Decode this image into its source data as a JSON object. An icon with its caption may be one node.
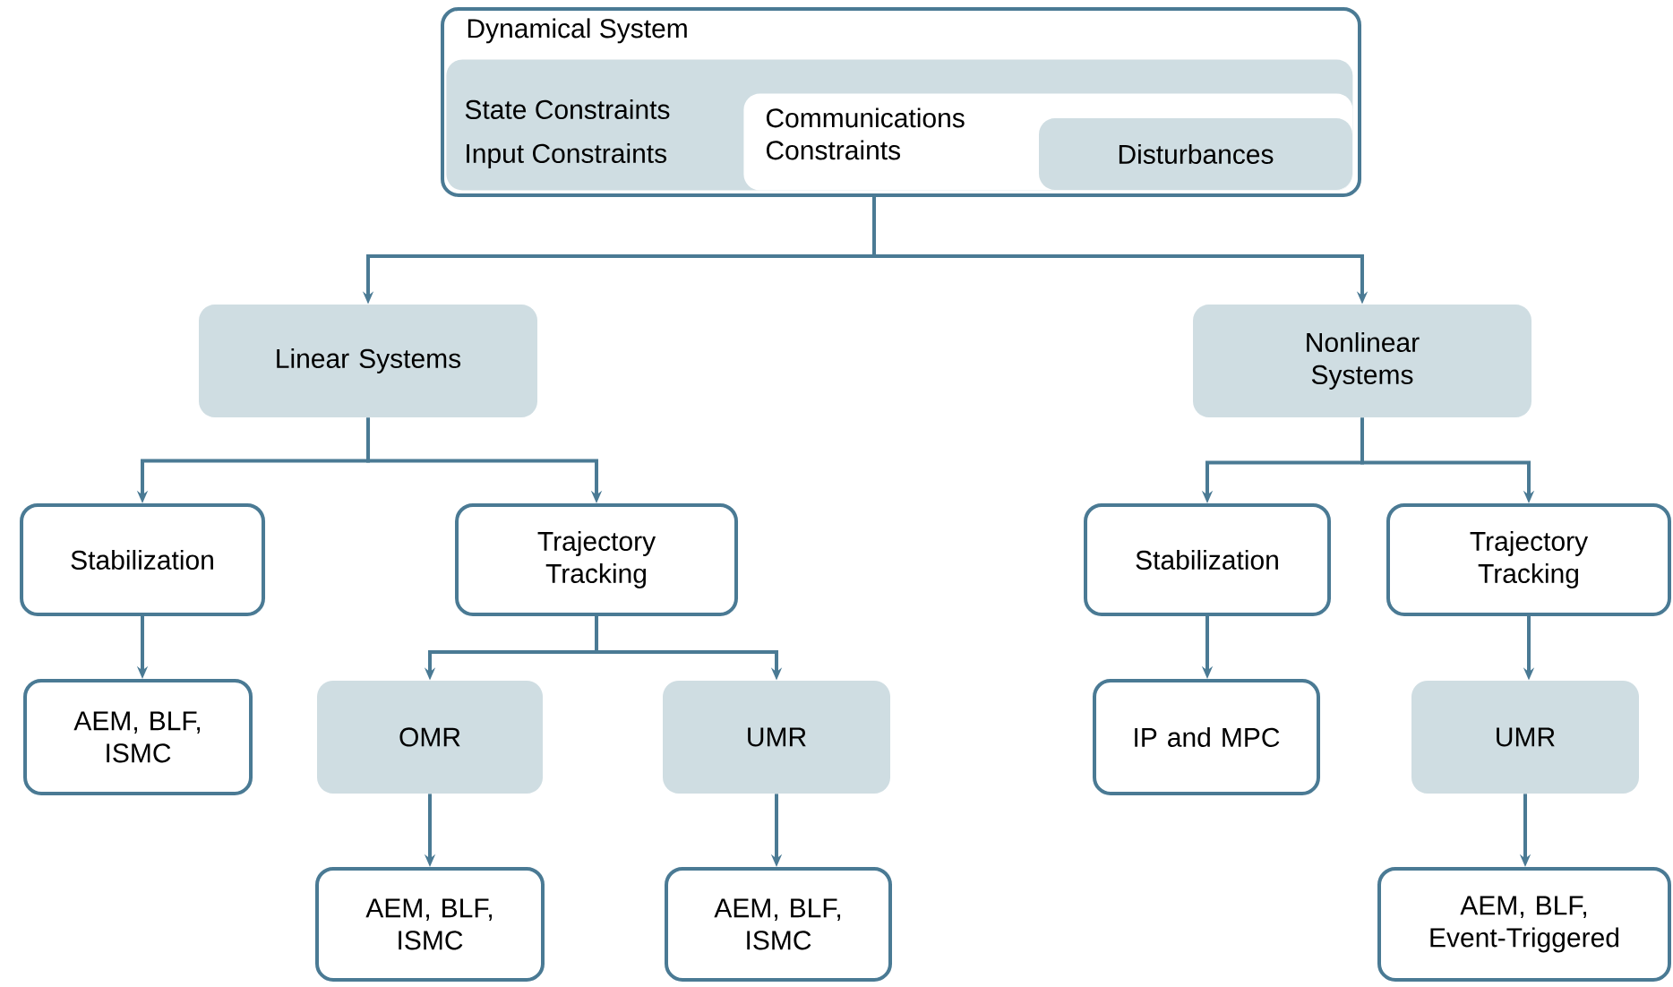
{
  "diagram": {
    "nodes": [
      {
        "text": [
          "Dynamical System"
        ]
      },
      {
        "text": [
          "State Constraints",
          "Input Constraints"
        ],
        "in": 0
      },
      {
        "text": [
          "Communications Constraints"
        ],
        "in": 1
      },
      {
        "text": [
          "Disturbances"
        ],
        "in": 2
      },
      {
        "text": [
          "Linear Systems"
        ]
      },
      {
        "text": [
          "Nonlinear Systems"
        ]
      },
      {
        "text": [
          "Stabilization"
        ]
      },
      {
        "text": [
          "Trajectory Tracking"
        ]
      },
      {
        "text": [
          "AEM, BLF, ISMC"
        ]
      },
      {
        "text": [
          "OMR"
        ]
      },
      {
        "text": [
          "UMR"
        ]
      },
      {
        "text": [
          "AEM, BLF, ISMC"
        ]
      },
      {
        "text": [
          "AEM, BLF, ISMC"
        ]
      },
      {
        "text": [
          "Stabilization"
        ]
      },
      {
        "text": [
          "Trajectory Tracking"
        ]
      },
      {
        "text": [
          "IP and MPC"
        ]
      },
      {
        "text": [
          "UMR"
        ]
      },
      {
        "text": [
          "AEM, BLF, Event-Triggered"
        ]
      }
    ],
    "edges": [
      {
        "from": 0,
        "to": 4,
        "arrow": "to"
      },
      {
        "from": 0,
        "to": 5,
        "arrow": "to"
      },
      {
        "from": 4,
        "to": 6,
        "arrow": "to"
      },
      {
        "from": 4,
        "to": 7,
        "arrow": "to"
      },
      {
        "from": 6,
        "to": 8,
        "arrow": "to"
      },
      {
        "from": 7,
        "to": 9,
        "arrow": "to"
      },
      {
        "from": 7,
        "to": 10,
        "arrow": "to"
      },
      {
        "from": 9,
        "to": 11,
        "arrow": "to"
      },
      {
        "from": 10,
        "to": 12,
        "arrow": "to"
      },
      {
        "from": 5,
        "to": 13,
        "arrow": "to"
      },
      {
        "from": 5,
        "to": 14,
        "arrow": "to"
      },
      {
        "from": 13,
        "to": 15,
        "arrow": "to"
      },
      {
        "from": 14,
        "to": 16,
        "arrow": "to"
      },
      {
        "from": 16,
        "to": 17,
        "arrow": "to"
      }
    ]
  }
}
